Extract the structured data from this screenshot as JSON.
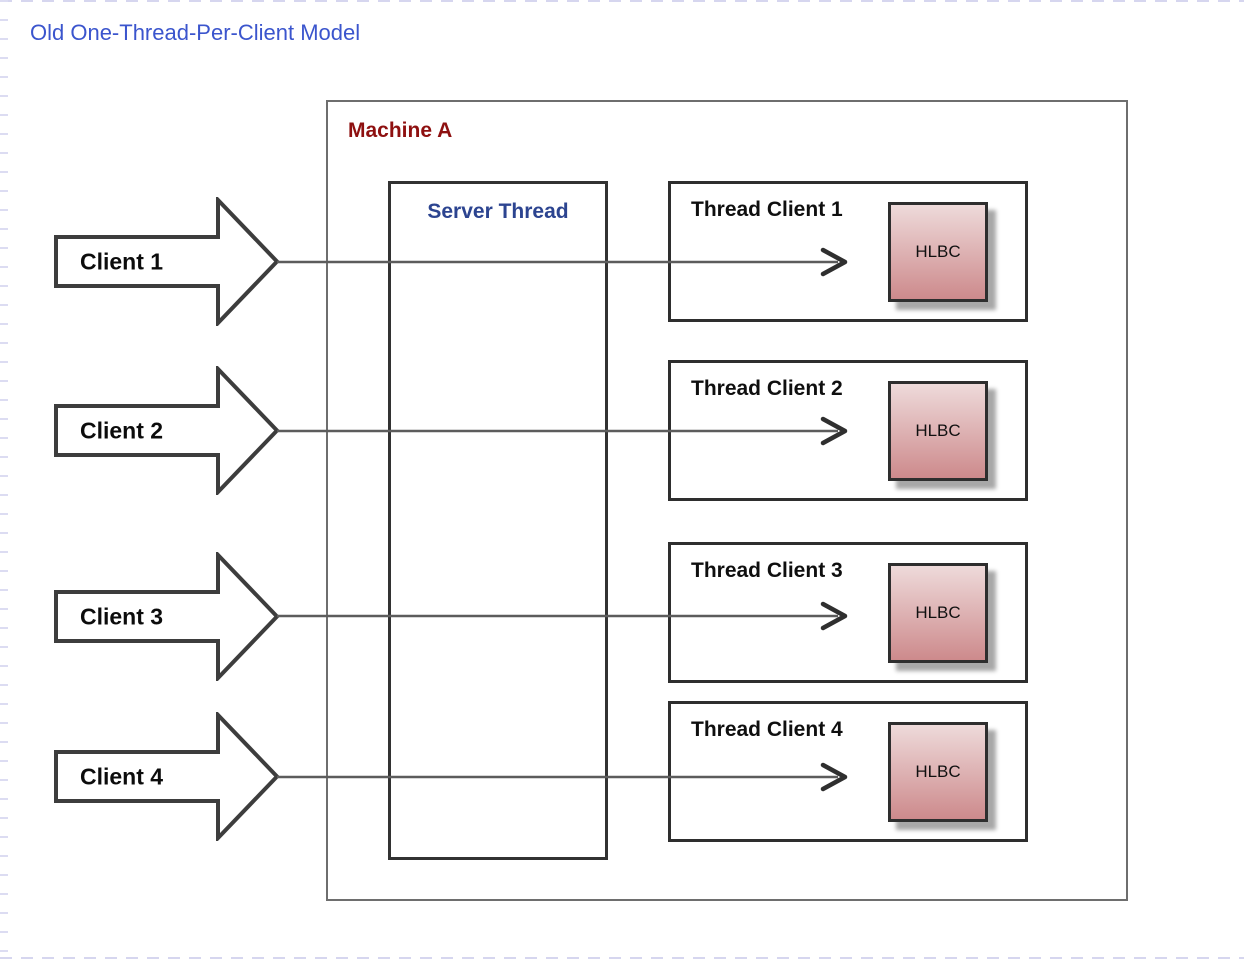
{
  "title": "Old One-Thread-Per-Client Model",
  "machine": {
    "label": "Machine A"
  },
  "server_thread": {
    "label": "Server Thread"
  },
  "clients": [
    {
      "label": "Client 1"
    },
    {
      "label": "Client 2"
    },
    {
      "label": "Client 3"
    },
    {
      "label": "Client 4"
    }
  ],
  "thread_clients": [
    {
      "label": "Thread Client 1",
      "component": "HLBC"
    },
    {
      "label": "Thread Client 2",
      "component": "HLBC"
    },
    {
      "label": "Thread Client 3",
      "component": "HLBC"
    },
    {
      "label": "Thread Client 4",
      "component": "HLBC"
    }
  ],
  "colors": {
    "title_text": "#3b55cd",
    "machine_label": "#8e1010",
    "server_label": "#2c4490",
    "hlbc_gradient_top": "#eedada",
    "hlbc_gradient_bottom": "#cd8a8c",
    "box_border": "#2e2e2e",
    "machine_border": "#6e6e6e",
    "connector_line": "#5c5c5c",
    "guide_dash": "#d6d6ef"
  }
}
